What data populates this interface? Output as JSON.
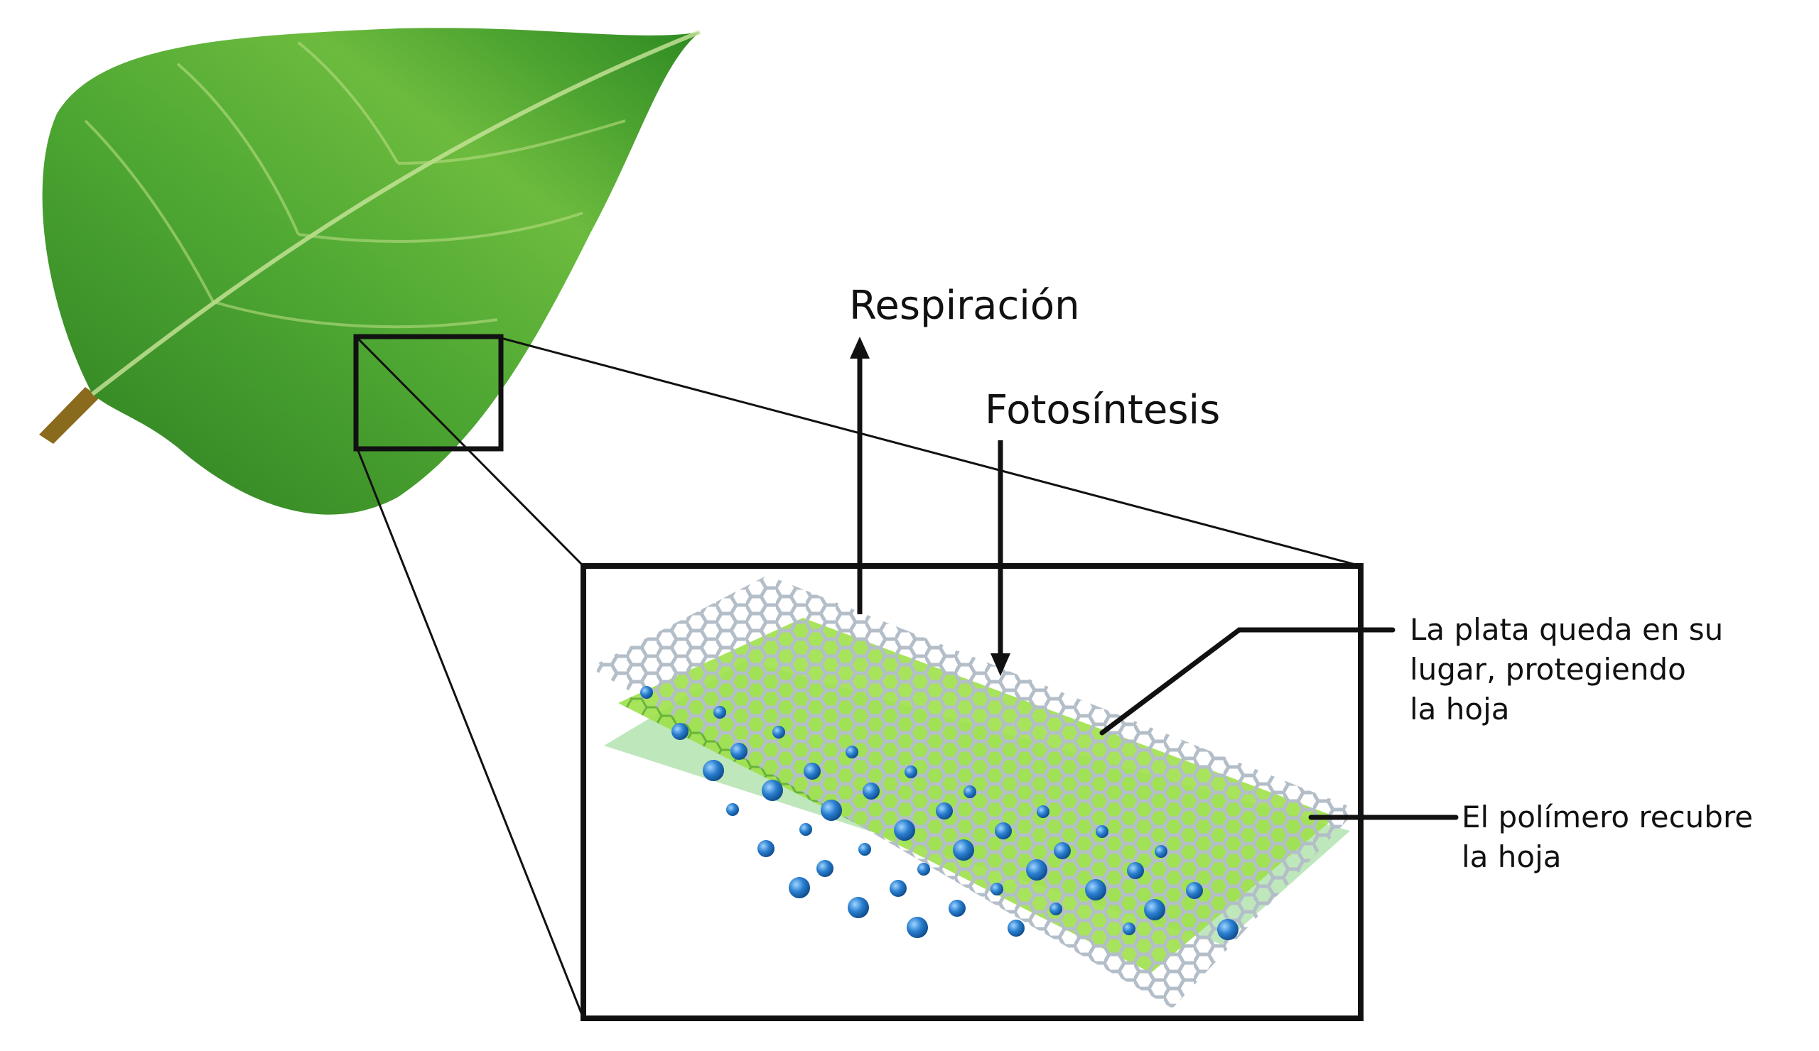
{
  "labels": {
    "respiration": "Respiración",
    "photosynthesis": "Fotosíntesis"
  },
  "callouts": {
    "silver": [
      "La plata queda en su",
      "lugar, protegiendo",
      "la hoja"
    ],
    "polymer": [
      "El polímero recubre",
      "la hoja"
    ]
  },
  "colors": {
    "leaf": "#3f9a2a",
    "leaf_light": "#a9d46a",
    "film": "#8fd63a",
    "mesh": "#b9c3cc",
    "silver_particle": "#2a7fd0",
    "ink": "#111111"
  }
}
